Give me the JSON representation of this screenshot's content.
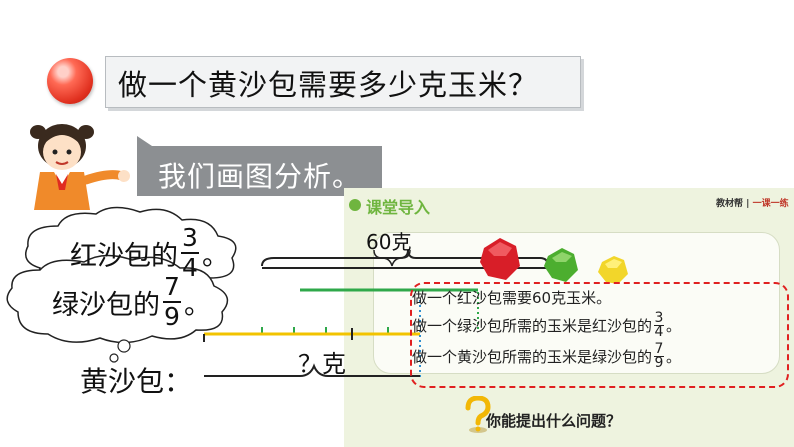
{
  "question": {
    "text": "做一个黄沙包需要多少克玉米？"
  },
  "speech": {
    "text": "我们画图分析。"
  },
  "clouds": {
    "red": {
      "prefix": "红沙包的",
      "num": "3",
      "den": "4",
      "suffix": "。"
    },
    "green": {
      "prefix": "绿沙包的",
      "num": "7",
      "den": "9",
      "suffix": "。"
    }
  },
  "diagram": {
    "total_label": "60克",
    "unknown_label": "？克",
    "yellow_label": "黄沙包："
  },
  "panel": {
    "title": "课堂导入",
    "brand": {
      "part1": "教材帮",
      "part2": "一课一练"
    },
    "lines": [
      {
        "text": "做一个红沙包需要60克玉米。"
      },
      {
        "text": "做一个绿沙包所需的玉米是红沙包的",
        "num": "3",
        "den": "4",
        "suffix": "。"
      },
      {
        "text": "做一个黄沙包所需的玉米是绿沙包的",
        "num": "7",
        "den": "9",
        "suffix": "。"
      }
    ],
    "prompt": "你能提出什么问题？"
  },
  "colors": {
    "green_line": "#2fa84a",
    "red_dash": "#e02020",
    "panel_bg": "#eef3df",
    "accent_green": "#6fb53f"
  }
}
